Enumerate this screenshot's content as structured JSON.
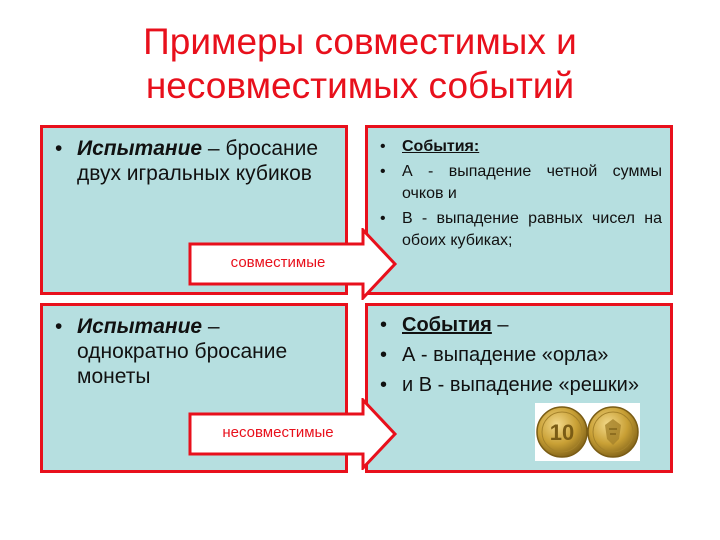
{
  "title_line1": "Примеры совместимых и",
  "title_line2": "несовместимых событий",
  "box1": {
    "term": "Испытание",
    "dash": " –",
    "text": "бросание двух игральных кубиков"
  },
  "box2": {
    "heading": "События:",
    "eventA": "А - выпадение четной суммы очков и",
    "eventB": "В - выпадение равных чисел на обоих кубиках;"
  },
  "box3": {
    "term": "Испытание",
    "dash": " –",
    "text": "однократно бросание монеты"
  },
  "box4": {
    "heading": "События",
    "dash": " –",
    "eventA": "А - выпадение «орла»",
    "eventB": "и В - выпадение «решки»"
  },
  "arrow1_label": "совместимые",
  "arrow2_label": "несовместимые",
  "colors": {
    "accent": "#e8101c",
    "box_fill": "#b6dfe0",
    "coin_gold": "#c9a035"
  }
}
